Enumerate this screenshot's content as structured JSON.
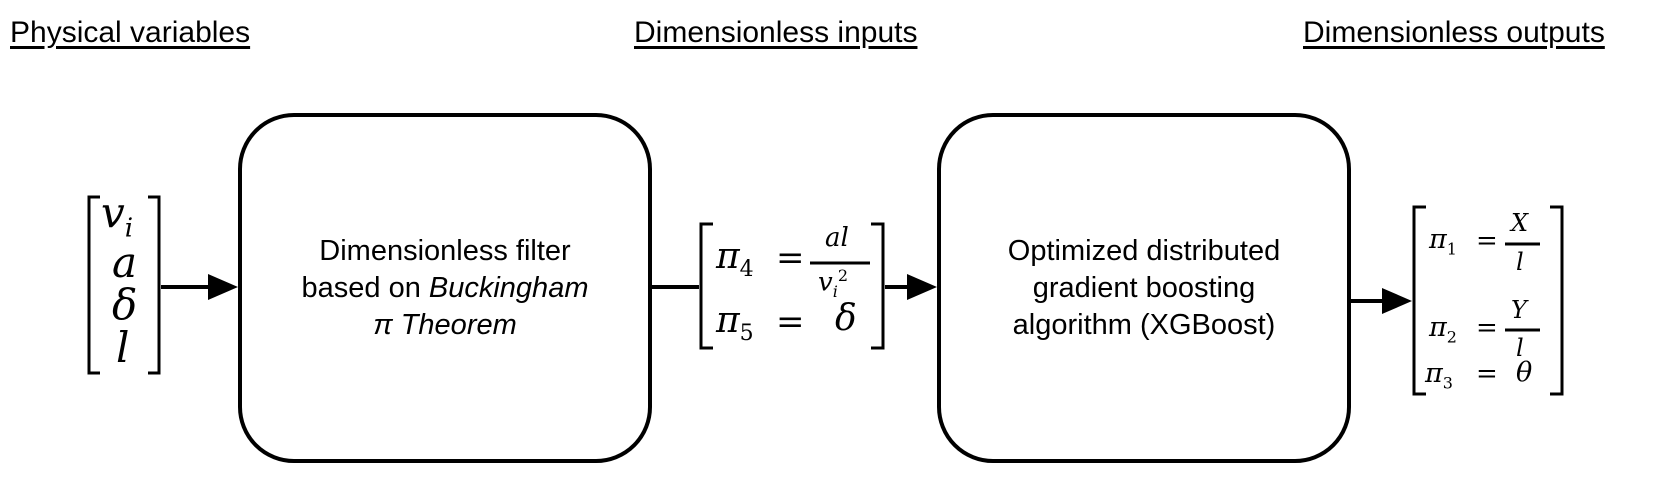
{
  "headings": {
    "physical": "Physical variables",
    "inputs": "Dimensionless inputs",
    "outputs": "Dimensionless outputs"
  },
  "physical_vector": [
    "v",
    "i",
    "a",
    "δ",
    "l"
  ],
  "box1": {
    "line1": "Dimensionless filter",
    "line2_plain": "based on ",
    "line2_italic": "Buckingham",
    "line3_pi": "π",
    "line3_italic": " Theorem"
  },
  "inputs_vector": {
    "pi4": "π",
    "pi4_sub": "4",
    "eq": "=",
    "num": "al",
    "den_v": "v",
    "den_sub": "i",
    "den_sup": "2",
    "pi5": "π",
    "pi5_sub": "5",
    "delta": "δ"
  },
  "box2": {
    "line1": "Optimized distributed",
    "line2": "gradient boosting",
    "line3": "algorithm (XGBoost)"
  },
  "outputs_vector": {
    "pi": "π",
    "sub1": "1",
    "sub2": "2",
    "sub3": "3",
    "eq": "=",
    "X": "X",
    "Y": "Y",
    "l": "l",
    "theta": "θ"
  }
}
